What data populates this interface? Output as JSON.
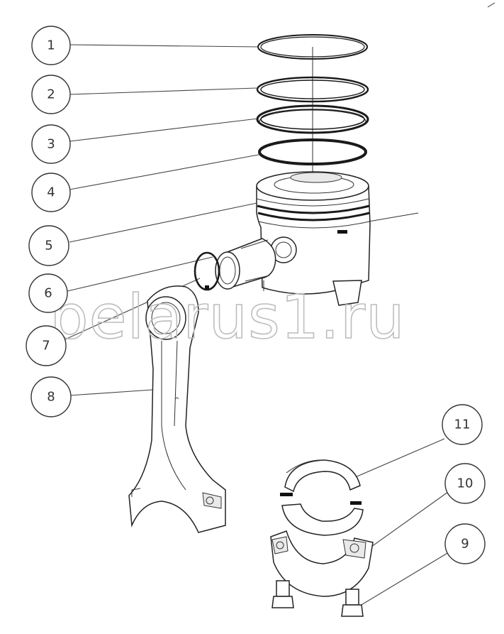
{
  "watermark": "belarus1.ru",
  "callouts": [
    {
      "id": "1",
      "label": "1"
    },
    {
      "id": "2",
      "label": "2"
    },
    {
      "id": "3",
      "label": "3"
    },
    {
      "id": "4",
      "label": "4"
    },
    {
      "id": "5",
      "label": "5"
    },
    {
      "id": "6",
      "label": "6"
    },
    {
      "id": "7",
      "label": "7"
    },
    {
      "id": "8",
      "label": "8"
    },
    {
      "id": "11",
      "label": "11"
    },
    {
      "id": "10",
      "label": "10"
    },
    {
      "id": "9",
      "label": "9"
    }
  ]
}
